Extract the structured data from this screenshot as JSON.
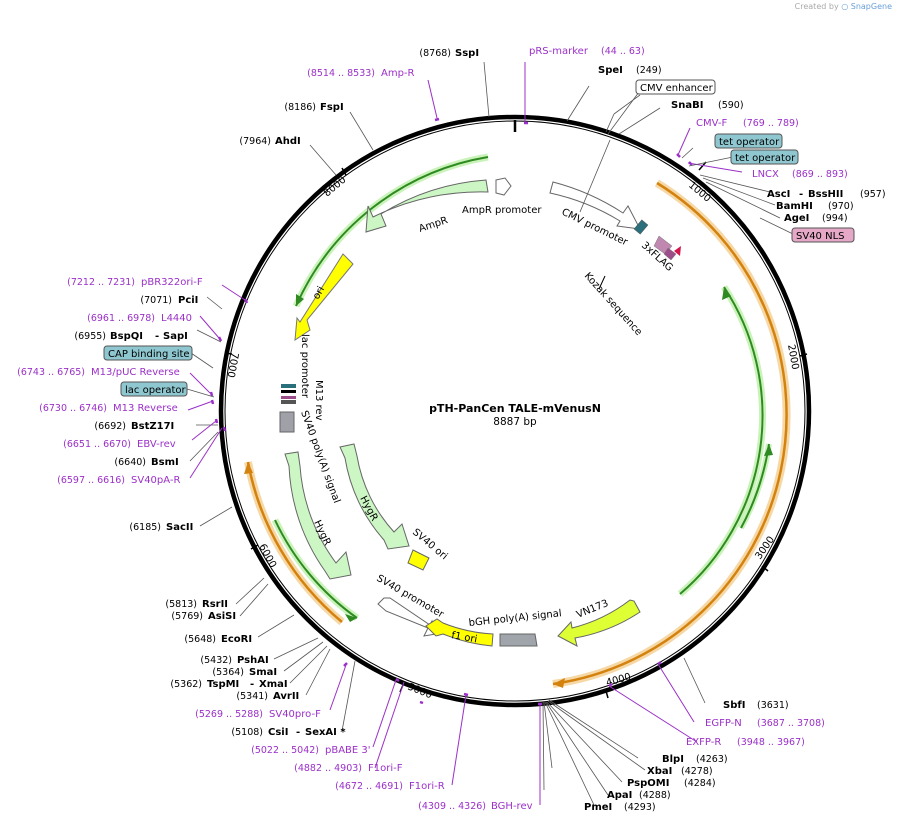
{
  "credit": {
    "prefix": "Created by",
    "brand": "SnapGene"
  },
  "plasmid": {
    "name": "pTH-PanCen TALE-mVenusN",
    "size": "8887 bp"
  },
  "colors": {
    "primer": "#9b30c8",
    "backbone": "#000000",
    "leader": "#555555"
  },
  "ticks": [
    "1000",
    "2000",
    "3000",
    "4000",
    "5000",
    "6000",
    "7000",
    "8000"
  ],
  "enzymes": [
    {
      "name": "SspI",
      "pos": "(8768)"
    },
    {
      "name": "SpeI",
      "pos": "(249)"
    },
    {
      "name": "SnaBI",
      "pos": "(590)"
    },
    {
      "name": "FspI",
      "pos": "(8186)"
    },
    {
      "name": "AhdI",
      "pos": "(7964)"
    },
    {
      "name": "AscI",
      "pos": "(957)",
      "extra": "BssHII"
    },
    {
      "name": "BamHI",
      "pos": "(970)"
    },
    {
      "name": "AgeI",
      "pos": "(994)"
    },
    {
      "name": "PciI",
      "pos": "(7071)"
    },
    {
      "name": "BspQI",
      "pos": "(6955)",
      "extra": "SapI"
    },
    {
      "name": "BstZ17I",
      "pos": "(6692)"
    },
    {
      "name": "BsmI",
      "pos": "(6640)"
    },
    {
      "name": "SacII",
      "pos": "(6185)"
    },
    {
      "name": "RsrII",
      "pos": "(5813)"
    },
    {
      "name": "AsiSI",
      "pos": "(5769)"
    },
    {
      "name": "EcoRI",
      "pos": "(5648)"
    },
    {
      "name": "PshAI",
      "pos": "(5432)"
    },
    {
      "name": "SmaI",
      "pos": "(5364)"
    },
    {
      "name": "TspMI",
      "pos": "(5362)",
      "extra": "XmaI"
    },
    {
      "name": "AvrII",
      "pos": "(5341)"
    },
    {
      "name": "CsiI",
      "pos": "(5108)",
      "extra": "SexAI *"
    },
    {
      "name": "SbfI",
      "pos": "(3631)"
    },
    {
      "name": "BlpI",
      "pos": "(4263)"
    },
    {
      "name": "XbaI",
      "pos": "(4278)"
    },
    {
      "name": "PspOMI",
      "pos": "(4284)"
    },
    {
      "name": "ApaI",
      "pos": "(4288)"
    },
    {
      "name": "PmeI",
      "pos": "(4293)"
    }
  ],
  "primers": [
    {
      "name": "pRS-marker",
      "range": "(44 .. 63)"
    },
    {
      "name": "Amp-R",
      "range": "(8514 .. 8533)"
    },
    {
      "name": "CMV-F",
      "range": "(769 .. 789)"
    },
    {
      "name": "LNCX",
      "range": "(869 .. 893)"
    },
    {
      "name": "pBR322ori-F",
      "range": "(7212 .. 7231)"
    },
    {
      "name": "L4440",
      "range": "(6961 .. 6978)"
    },
    {
      "name": "M13/pUC Reverse",
      "range": "(6743 .. 6765)"
    },
    {
      "name": "M13 Reverse",
      "range": "(6730 .. 6746)"
    },
    {
      "name": "EBV-rev",
      "range": "(6651 .. 6670)"
    },
    {
      "name": "SV40pA-R",
      "range": "(6597 .. 6616)"
    },
    {
      "name": "SV40pro-F",
      "range": "(5269 .. 5288)"
    },
    {
      "name": "pBABE 3'",
      "range": "(5022 .. 5042)"
    },
    {
      "name": "F1ori-F",
      "range": "(4882 .. 4903)"
    },
    {
      "name": "F1ori-R",
      "range": "(4672 .. 4691)"
    },
    {
      "name": "BGH-rev",
      "range": "(4309 .. 4326)"
    },
    {
      "name": "EGFP-N",
      "range": "(3687 .. 3708)"
    },
    {
      "name": "EXFP-R",
      "range": "(3948 .. 3967)"
    }
  ],
  "boxed_features": [
    {
      "name": "CMV enhancer"
    },
    {
      "name": "tet operator"
    },
    {
      "name": "tet operator"
    },
    {
      "name": "SV40 NLS"
    },
    {
      "name": "CAP binding site"
    },
    {
      "name": "lac operator"
    }
  ],
  "features": {
    "ampr": "AmpR",
    "ampr_promoter": "AmpR promoter",
    "ori": "ori",
    "cmv_promoter": "CMV promoter",
    "flag": "3xFLAG",
    "kozak": "Kozak sequence",
    "lac_promoter": "lac promoter",
    "m13_rev": "M13 rev",
    "sv40_polya": "SV40 poly(A) signal",
    "hygr_inner": "HygR",
    "hygr_outer": "HygR",
    "sv40_ori": "SV40 ori",
    "sv40_promoter": "SV40 promoter",
    "f1_ori": "f1 ori",
    "bgh": "bGH poly(A) signal",
    "vn173": "VN173"
  }
}
